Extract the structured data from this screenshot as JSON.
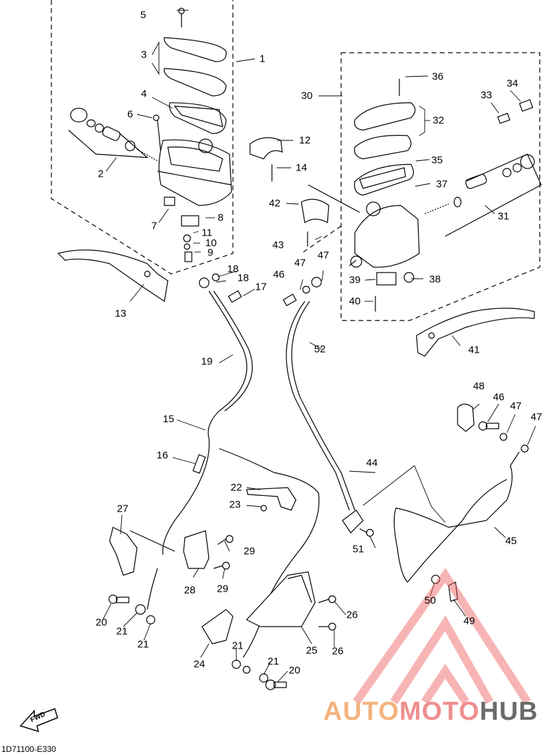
{
  "diagram": {
    "code": "1D71100-E330",
    "fwd_label": "FWD",
    "watermark": {
      "part1": "AUTO",
      "part2": "MOTO",
      "part3": "HUB"
    },
    "labels": {
      "n1": "1",
      "n2": "2",
      "n3": "3",
      "n4": "4",
      "n5": "5",
      "n6": "6",
      "n7": "7",
      "n8": "8",
      "n9": "9",
      "n10": "10",
      "n11": "11",
      "n12": "12",
      "n13": "13",
      "n14": "14",
      "n15": "15",
      "n16": "16",
      "n17": "17",
      "n18a": "18",
      "n18b": "18",
      "n19": "19",
      "n20a": "20",
      "n20b": "20",
      "n21a": "21",
      "n21b": "21",
      "n21c": "21",
      "n21d": "21",
      "n22": "22",
      "n23": "23",
      "n24": "24",
      "n25": "25",
      "n26a": "26",
      "n26b": "26",
      "n27": "27",
      "n28": "28",
      "n29a": "29",
      "n29b": "29",
      "n30": "30",
      "n31": "31",
      "n32": "32",
      "n33": "33",
      "n34": "34",
      "n35": "35",
      "n36": "36",
      "n37": "37",
      "n38": "38",
      "n39": "39",
      "n40": "40",
      "n41": "41",
      "n42": "42",
      "n43": "43",
      "n44": "44",
      "n45": "45",
      "n46a": "46",
      "n46b": "46",
      "n47a": "47",
      "n47b": "47",
      "n47c": "47",
      "n47d": "47",
      "n48": "48",
      "n49": "49",
      "n50": "50",
      "n51": "51",
      "n52": "52"
    }
  },
  "colors": {
    "ink": "#000000",
    "watermark_red": "#ef5a5a",
    "watermark_orange": "#f3a65e",
    "watermark_gray": "#6b6b6b"
  }
}
